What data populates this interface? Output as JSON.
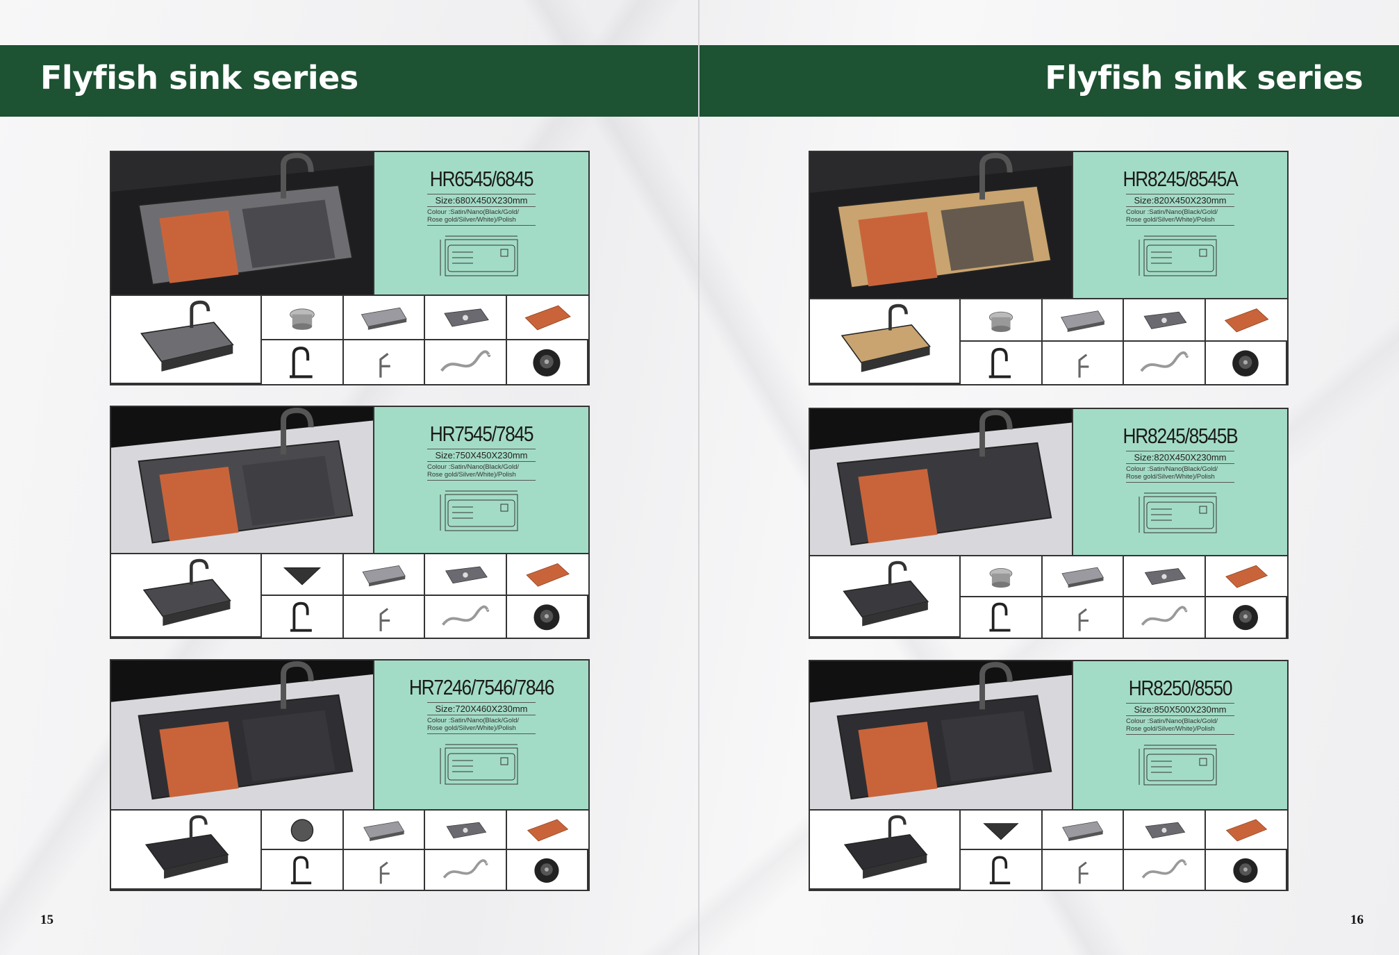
{
  "header": {
    "title_left": "Flyfish sink series",
    "title_right": "Flyfish sink series"
  },
  "page_numbers": {
    "left": "15",
    "right": "16"
  },
  "colors": {
    "band": "#1d5232",
    "panel": "#a3dcc6",
    "board": "#c9643a"
  },
  "left_products": [
    {
      "model": "HR6545/6845",
      "size": "Size:680X450X230mm",
      "colour": "Colour :Satin/Nano(Black/Gold/ Rose gold/Silver/White)/Polish",
      "finish": "#6e6e72",
      "accessories": [
        "strainer-icon",
        "drain-tray-icon",
        "basket-icon",
        "cutting-board-icon",
        "faucet-icon",
        "pull-faucet-icon",
        "hose-icon",
        "cup-washer-icon"
      ]
    },
    {
      "model": "HR7545/7845",
      "size": "Size:750X450X230mm",
      "colour": "Colour :Satin/Nano(Black/Gold/ Rose gold/Silver/White)/Polish",
      "finish": "#4a4a4e",
      "accessories": [
        "corner-rack-icon",
        "drain-tray-icon",
        "basket-icon",
        "cutting-board-icon",
        "faucet-icon",
        "pull-faucet-icon",
        "hose-icon",
        "cup-washer-icon"
      ]
    },
    {
      "model": "HR7246/7546/7846",
      "size": "Size:720X460X230mm",
      "colour": "Colour :Satin/Nano(Black/Gold/ Rose gold/Silver/White)/Polish",
      "finish": "#2f2f33",
      "accessories": [
        "drain-cover-icon",
        "drain-tray-icon",
        "basket-icon",
        "cutting-board-icon",
        "faucet-icon",
        "pull-faucet-icon",
        "hose-icon",
        "cup-washer-icon"
      ]
    }
  ],
  "right_products": [
    {
      "model": "HR8245/8545A",
      "size": "Size:820X450X230mm",
      "colour": "Colour :Satin/Nano(Black/Gold/ Rose gold/Silver/White)/Polish",
      "finish": "#c9a470",
      "accessories": [
        "strainer-icon",
        "drain-tray-icon",
        "basket-icon",
        "cutting-board-icon",
        "faucet-icon",
        "pull-faucet-icon",
        "hose-icon",
        "cup-washer-icon"
      ]
    },
    {
      "model": "HR8245/8545B",
      "size": "Size:820X450X230mm",
      "colour": "Colour :Satin/Nano(Black/Gold/ Rose gold/Silver/White)/Polish",
      "finish": "#3a3a3e",
      "accessories": [
        "strainer-icon",
        "drain-tray-icon",
        "basket-icon",
        "cutting-board-icon",
        "faucet-icon",
        "pull-faucet-icon",
        "hose-icon",
        "cup-washer-icon"
      ]
    },
    {
      "model": "HR8250/8550",
      "size": "Size:850X500X230mm",
      "colour": "Colour :Satin/Nano(Black/Gold/ Rose gold/Silver/White)/Polish",
      "finish": "#2e2e32",
      "accessories": [
        "corner-rack-icon",
        "drain-tray-icon",
        "basket-icon",
        "cutting-board-icon",
        "faucet-icon",
        "pull-faucet-icon",
        "hose-icon",
        "cup-washer-icon"
      ]
    }
  ]
}
